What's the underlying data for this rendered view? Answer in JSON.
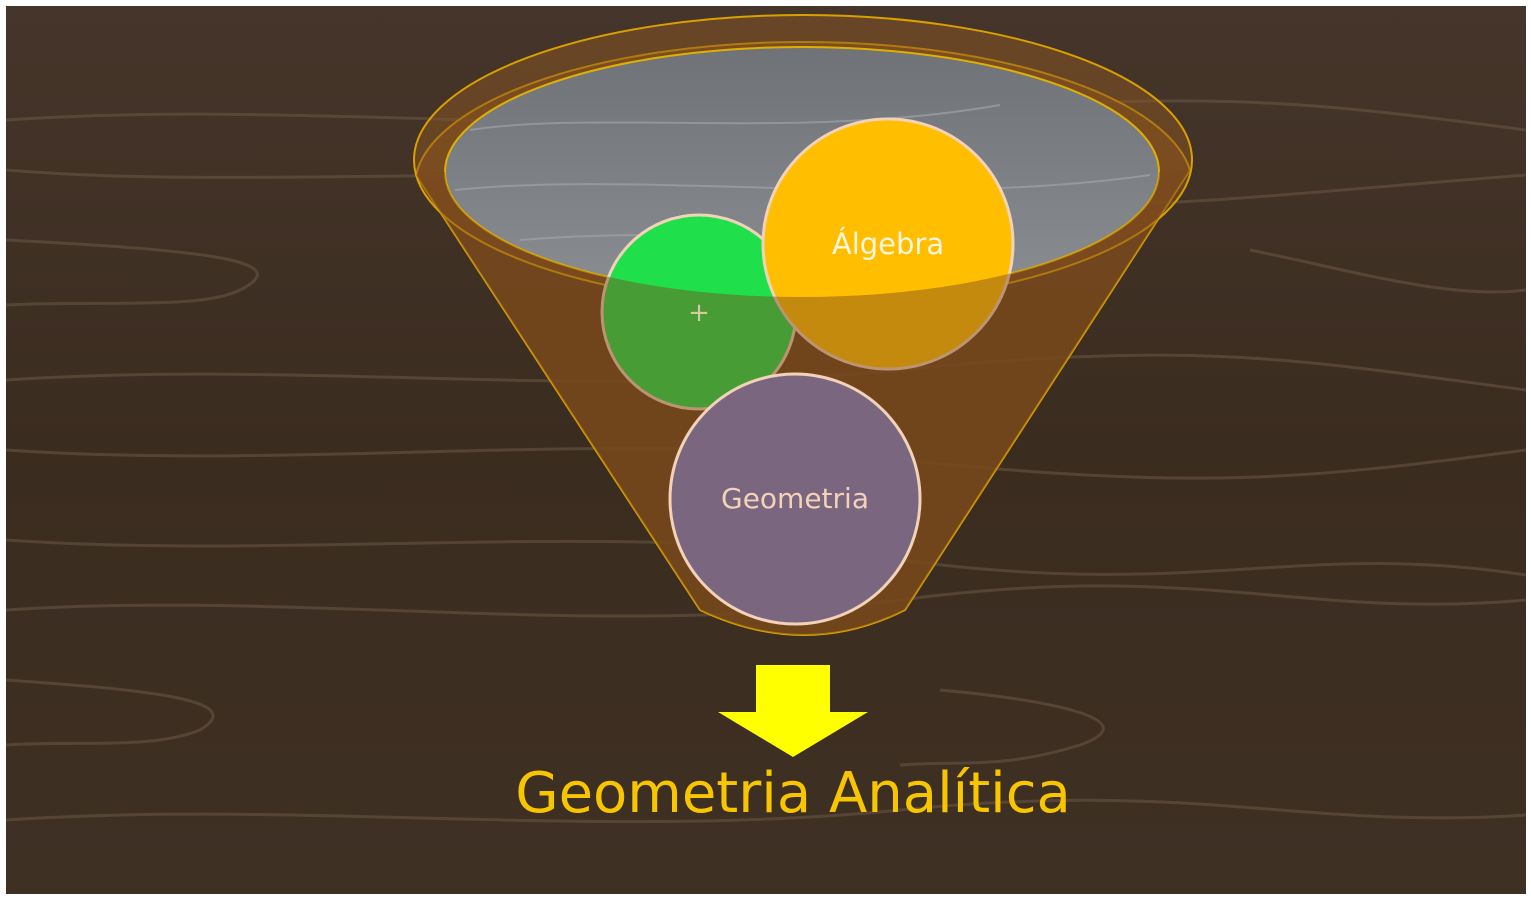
{
  "diagram": {
    "items": [
      {
        "label": "+",
        "color": "#1fe04a"
      },
      {
        "label": "Álgebra",
        "color": "#ffbf00"
      },
      {
        "label": "Geometria",
        "color": "#7a667e"
      }
    ],
    "result": "Geometria Analítica",
    "colors": {
      "background": "#3e2f22",
      "funnel": "#7a4a1c",
      "funnel_outline": "#d9a000",
      "arrow": "#ffff00",
      "result_text": "#f7c600"
    }
  }
}
